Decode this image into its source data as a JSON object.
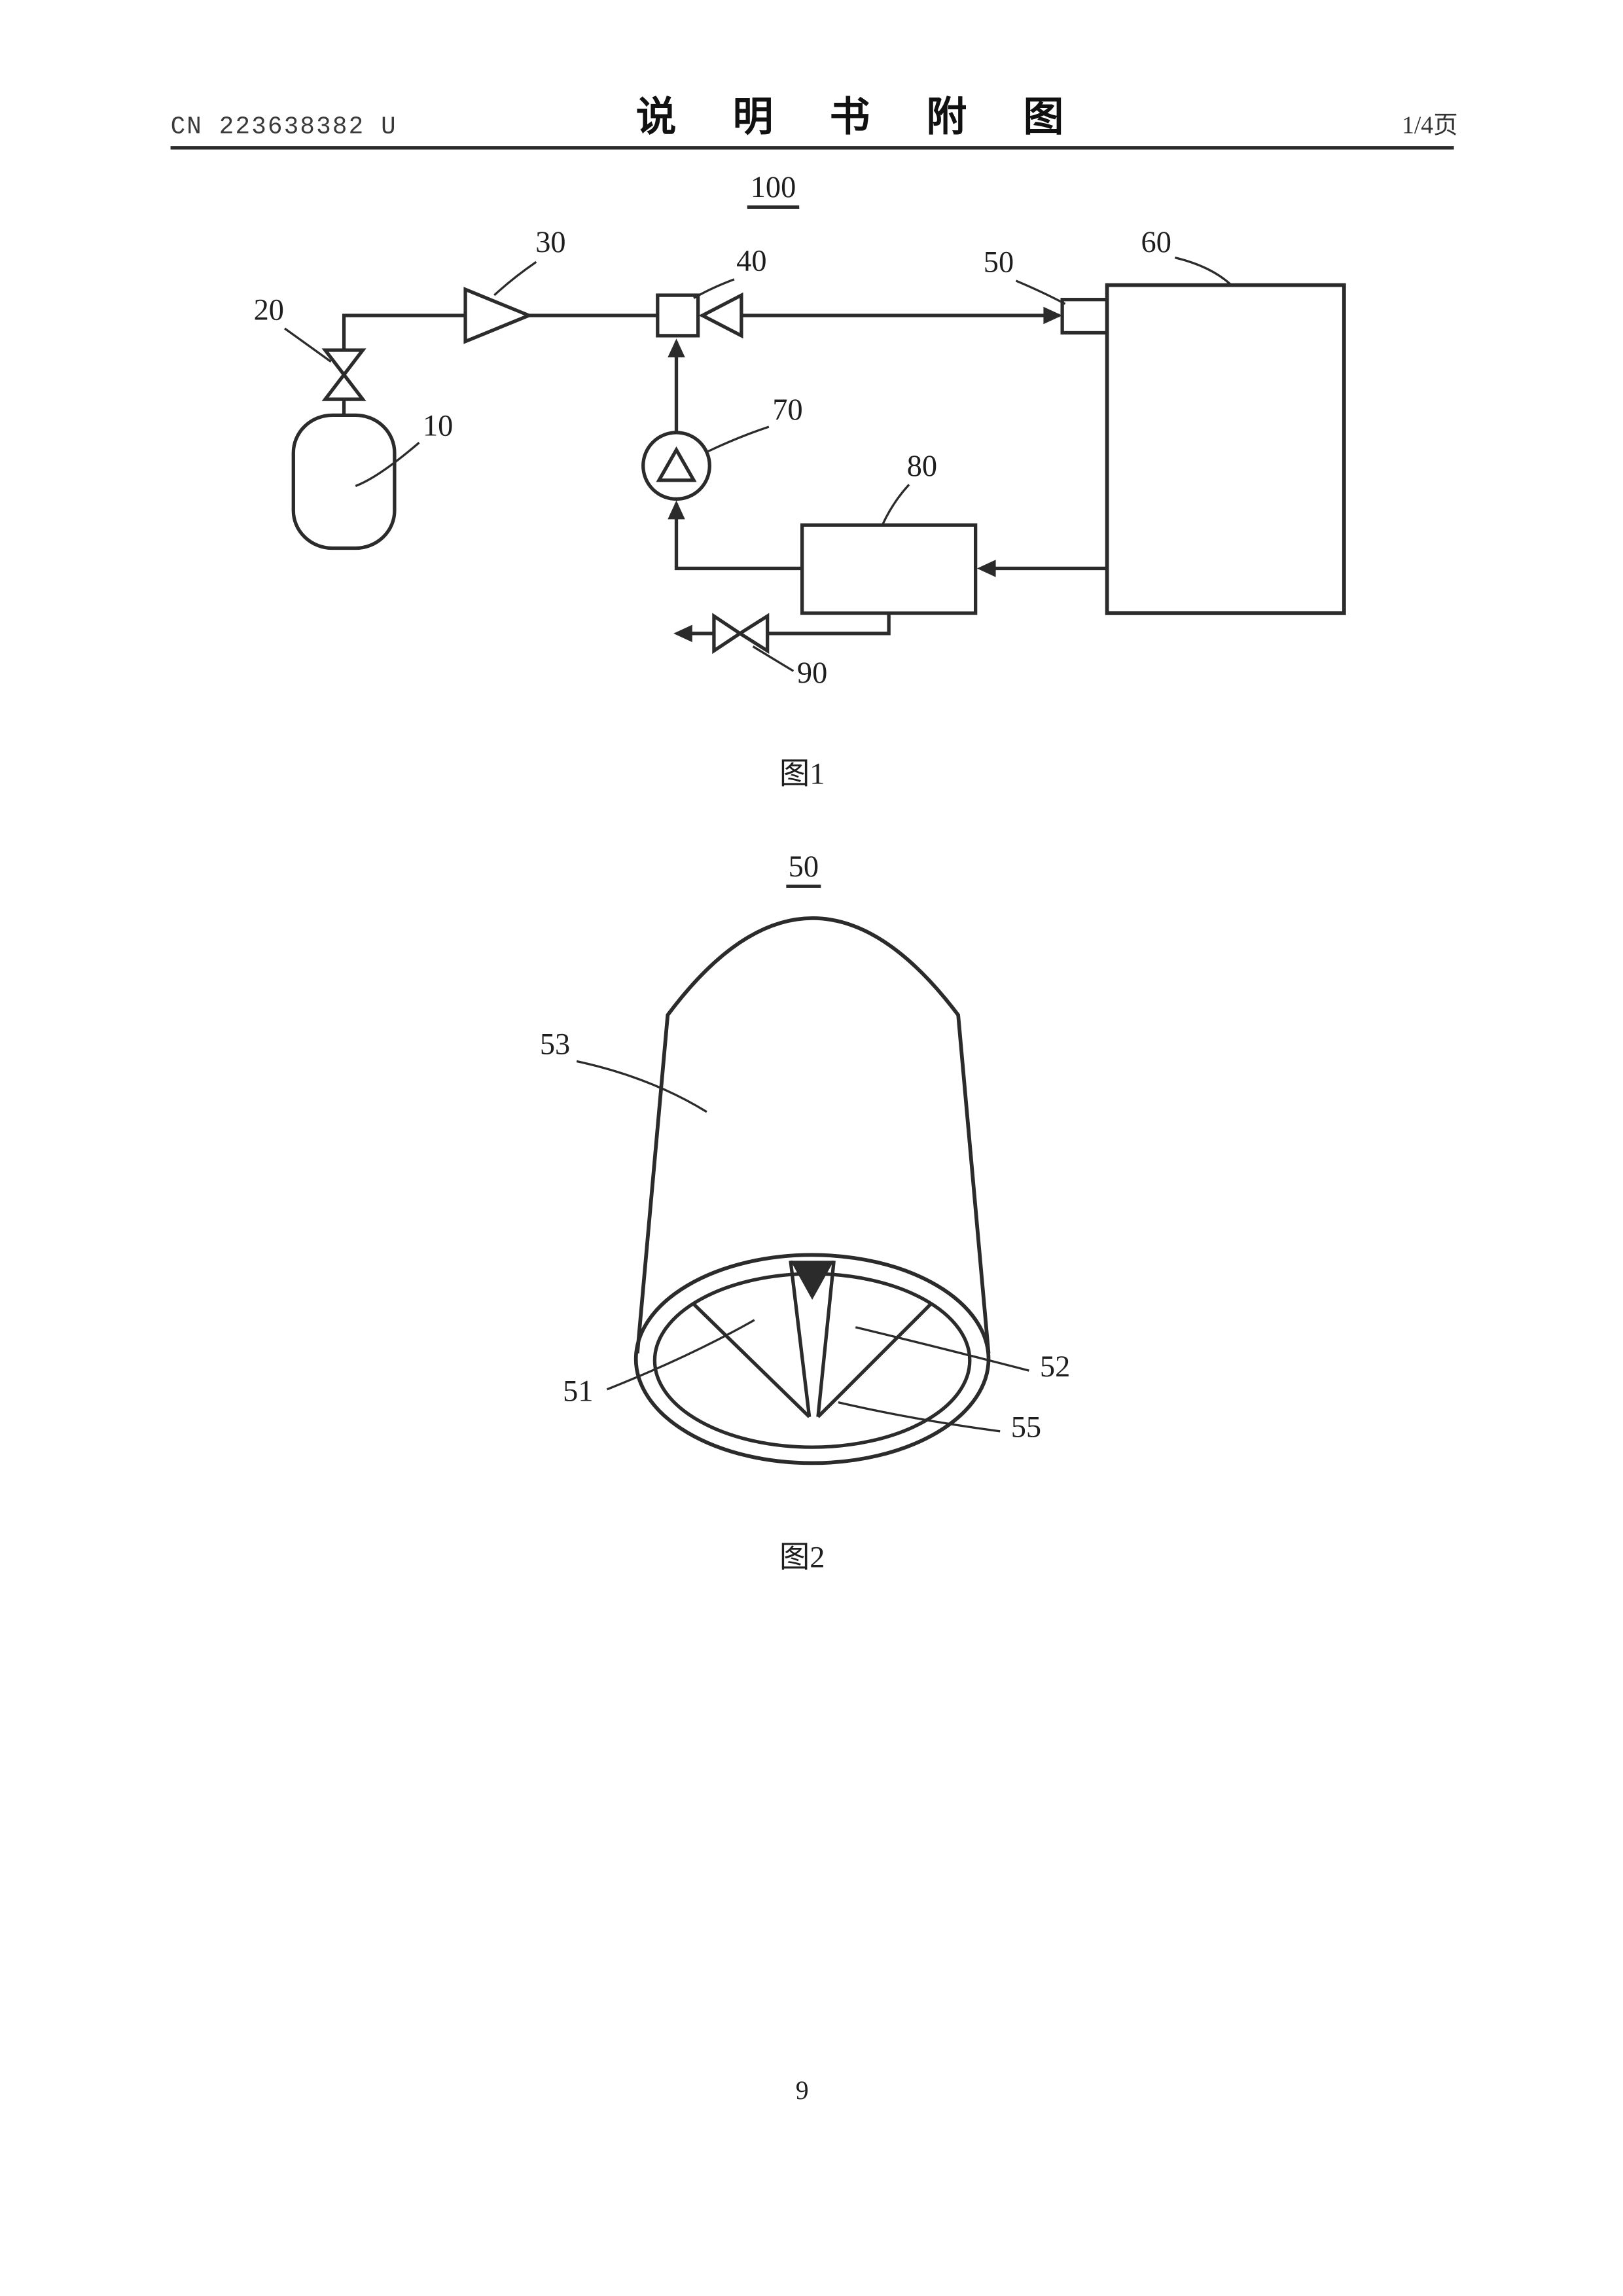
{
  "header": {
    "doc_number": "CN 223638382 U",
    "title": "说  明  书  附  图",
    "page_indicator": "1/4页"
  },
  "figure1": {
    "ref": "100",
    "caption": "图1",
    "labels": {
      "cylinder": "10",
      "top_valve": "20",
      "regulator": "30",
      "junction_box": "40",
      "nozzle": "50",
      "chamber": "60",
      "pump": "70",
      "exchanger": "80",
      "drain_valve": "90"
    }
  },
  "figure2": {
    "ref": "50",
    "caption": "图2",
    "labels": {
      "left_vane": "51",
      "right_vane": "52",
      "body_wall": "53",
      "cone": "55"
    }
  },
  "footer": {
    "page_number": "9"
  }
}
